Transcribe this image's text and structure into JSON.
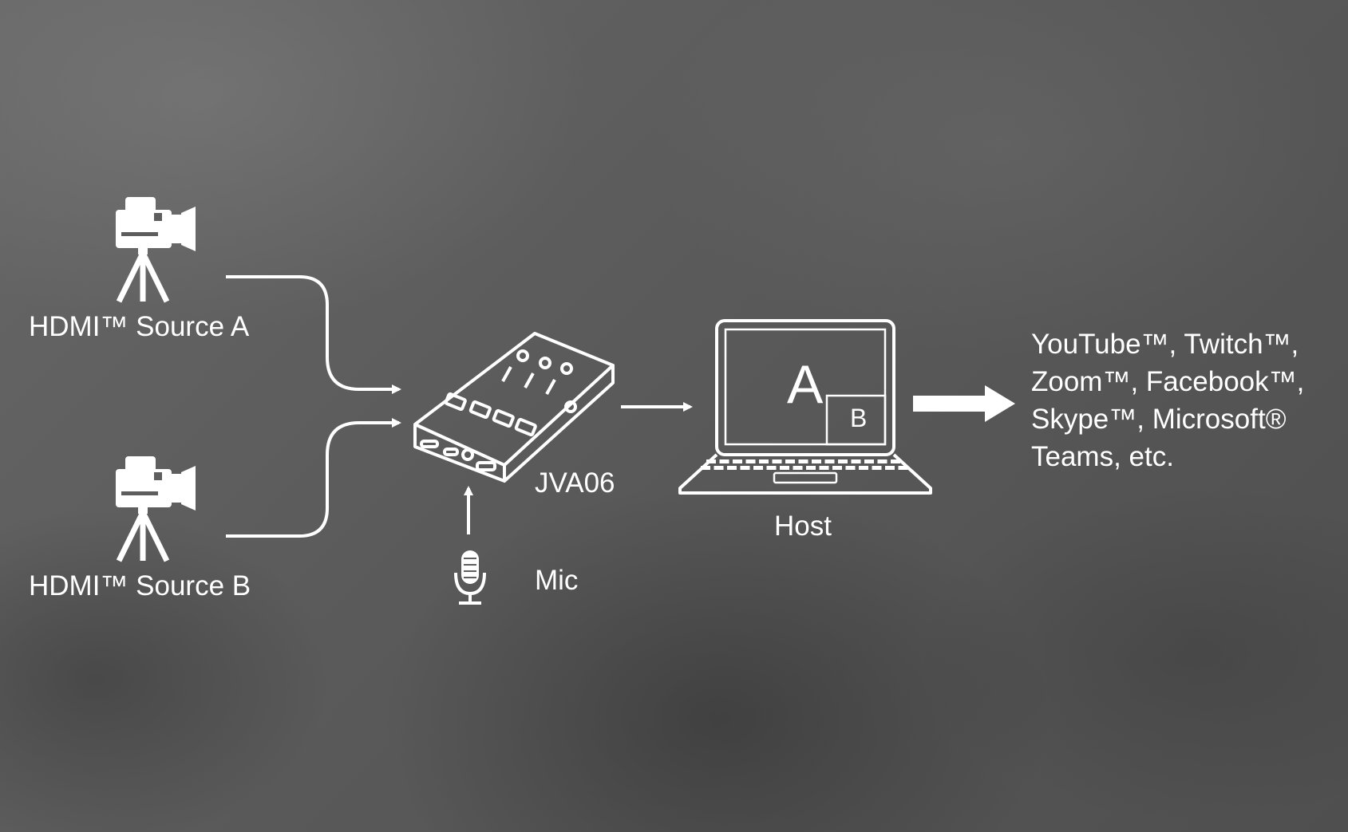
{
  "diagram": {
    "sources": [
      {
        "label": "HDMI™ Source A"
      },
      {
        "label": "HDMI™ Source B"
      }
    ],
    "device": {
      "label": "JVA06"
    },
    "mic": {
      "label": "Mic"
    },
    "host": {
      "label": "Host",
      "screen_main": "A",
      "screen_pip": "B"
    },
    "destinations": [
      "YouTube™, Twitch™,",
      "Zoom™, Facebook™,",
      "Skype™, Microsoft®",
      "Teams, etc."
    ]
  },
  "colors": {
    "foreground": "#ffffff",
    "background": "#5e5e5e"
  },
  "icons": [
    "video-camera-icon",
    "video-camera-icon",
    "capture-device-icon",
    "microphone-icon",
    "laptop-icon"
  ]
}
